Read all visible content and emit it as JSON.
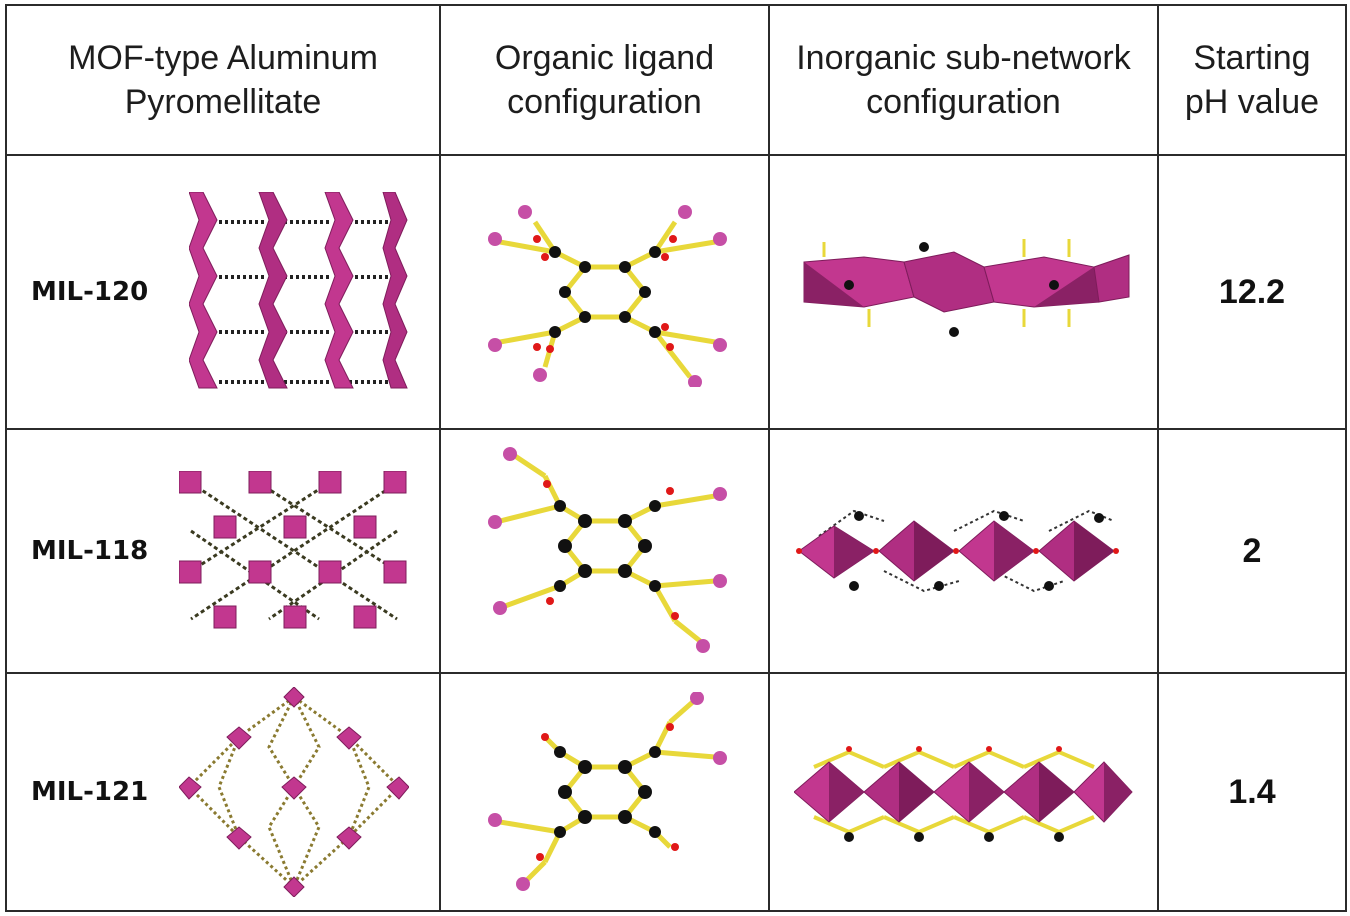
{
  "table": {
    "headers": [
      {
        "line1": "MOF-type Aluminum",
        "line2": "Pyromellitate"
      },
      {
        "line1": "Organic ligand",
        "line2": "configuration"
      },
      {
        "line1": "Inorganic sub-network",
        "line2": "configuration"
      },
      {
        "line1": "Starting",
        "line2": "pH value"
      }
    ],
    "rows": [
      {
        "name": "MIL-120",
        "ph": "12.2"
      },
      {
        "name": "MIL-118",
        "ph": "2"
      },
      {
        "name": "MIL-121",
        "ph": "1.4"
      }
    ]
  },
  "colors": {
    "octahedron": "#c2378f",
    "octahedron_dark": "#7e1c5b",
    "bond": "#e8d83a",
    "carbon": "#111111",
    "oxygen": "#e01818",
    "aluminum": "#c64fa6"
  }
}
